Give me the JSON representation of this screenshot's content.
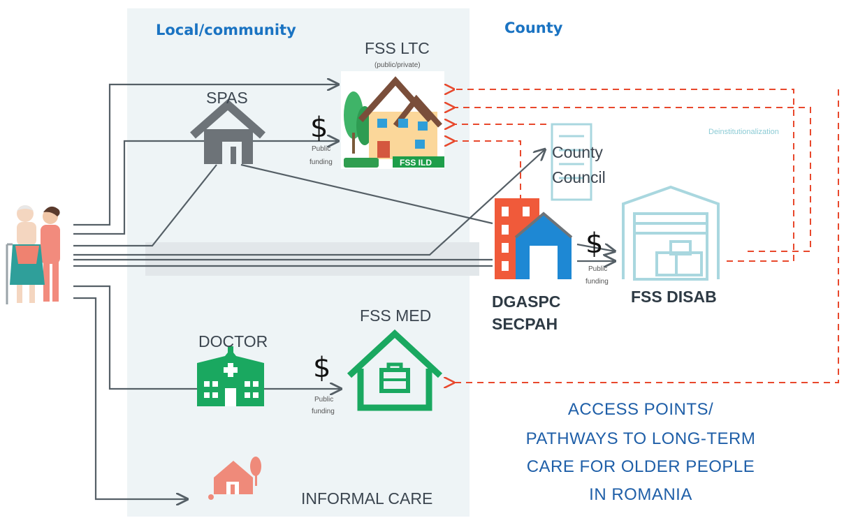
{
  "headers": {
    "local": "Local/community",
    "county": "County"
  },
  "nodes": {
    "fss_ltc": {
      "label": "FSS LTC",
      "sub": "(public/private)",
      "badge": "FSS ILD"
    },
    "spas": {
      "label": "SPAS"
    },
    "county_council": {
      "line1": "County",
      "line2": "Council"
    },
    "dgaspc": {
      "line1": "DGASPC",
      "line2": "SECPAH"
    },
    "fss_disab": {
      "label": "FSS DISAB"
    },
    "fss_med": {
      "label": "FSS MED"
    },
    "doctor": {
      "label": "DOCTOR"
    },
    "informal_care": {
      "label": "INFORMAL CARE"
    }
  },
  "funding": {
    "symbol": "$",
    "line1": "Public",
    "line2": "funding"
  },
  "deinstitutionalization": "Deinstitutionalization",
  "title": {
    "line1": "ACCESS POINTS/",
    "line2": "PATHWAYS TO LONG-TERM",
    "line3": "CARE FOR OLDER PEOPLE",
    "line4": "IN ROMANIA"
  },
  "colors": {
    "panel": "#eef4f6",
    "band": "#e2e7ea",
    "path": "#555f66",
    "dashed": "#e8482c",
    "green": "#1aa860",
    "salmon": "#ef8a7a",
    "gray_house": "#6d7378",
    "header_blue": "#1a73c2"
  }
}
